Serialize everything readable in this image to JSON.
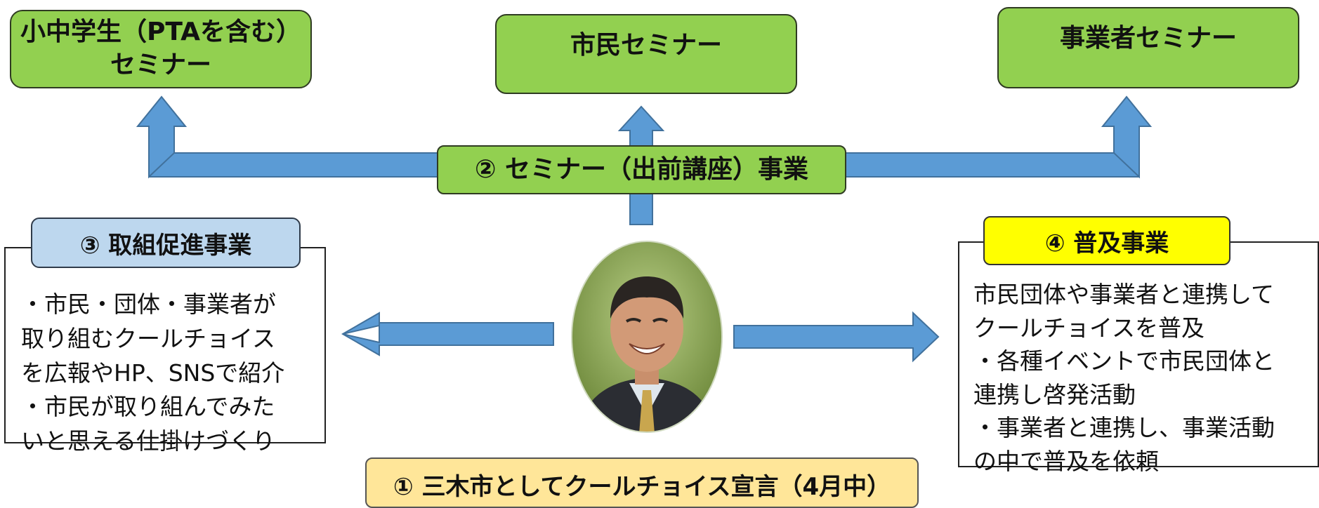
{
  "top_boxes": {
    "students": [
      "小中学生（PTAを含む）",
      "セミナー"
    ],
    "citizens": "市民セミナー",
    "business": "事業者セミナー"
  },
  "seminar_project": "② セミナー（出前講座）事業",
  "left_panel": {
    "title": "③ 取組促進事業",
    "lines": [
      "・市民・団体・事業者が",
      "取り組むクールチョイス",
      "を広報やHP、SNSで紹介",
      "・市民が取り組んでみた",
      "いと思える仕掛けづくり"
    ]
  },
  "right_panel": {
    "title": "④ 普及事業",
    "lines": [
      "市民団体や事業者と連携して",
      "クールチョイスを普及",
      "・各種イベントで市民団体と",
      "連携し啓発活動",
      "・事業者と連携し、事業活動",
      "の中で普及を依頼"
    ]
  },
  "declaration": "① 三木市としてクールチョイス宣言（4月中）",
  "colors": {
    "green": "#92d050",
    "arrow_blue": "#5b9bd5",
    "left_title_bg": "#bdd7ee",
    "right_title_bg": "#ffff00",
    "declaration_bg": "#ffe699"
  }
}
